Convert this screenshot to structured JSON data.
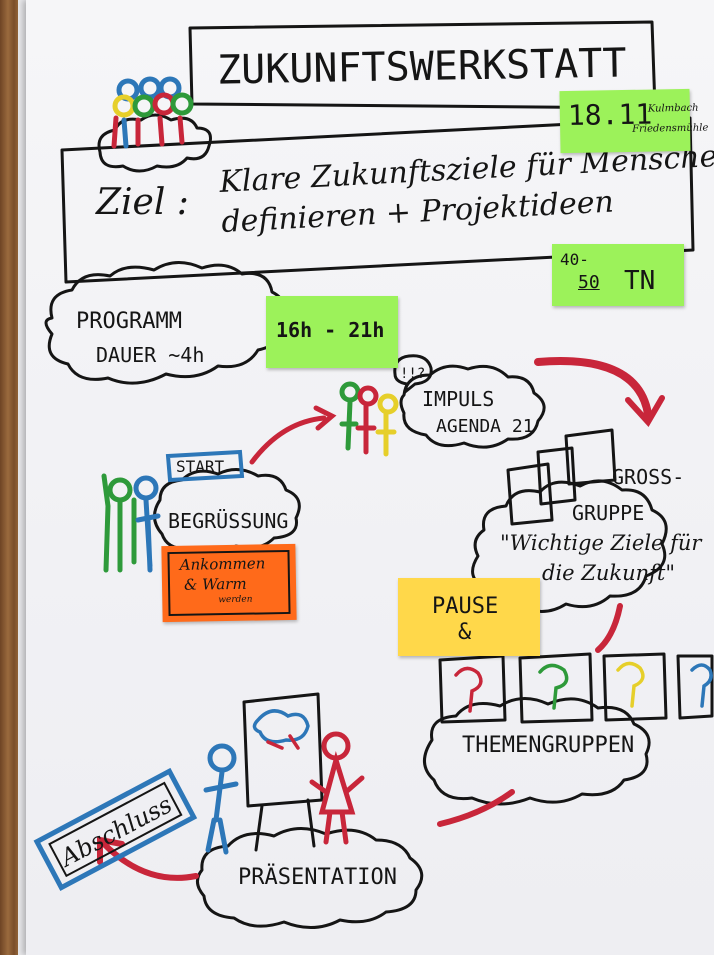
{
  "title": "ZUKUNFTSWERKSTATT",
  "goal": {
    "label": "Ziel :",
    "line1": "Klare Zukunftsziele für Menschen",
    "line2": "definieren + Projektideen"
  },
  "date_note": {
    "main": "18.11",
    "sub1": "Kulmbach",
    "sub2": "Friedensmühle"
  },
  "participants_note": {
    "count_top": "40-",
    "count_bottom": "50",
    "unit": "TN"
  },
  "program": {
    "line1": "PROGRAMM",
    "line2": "DAUER ~4h"
  },
  "time_note": "16h - 21h",
  "impulse": {
    "bubble": "!!?",
    "line1": "IMPULS",
    "line2": "AGENDA 21"
  },
  "start_label": "START",
  "welcome": "BEGRÜSSUNG",
  "arrival_note": {
    "line1": "Ankommen",
    "line2": "& Warm",
    "line3": "werden"
  },
  "large_group": {
    "line1": "GROSS-",
    "line2": "GRUPPE",
    "line3": "\"Wichtige Ziele für",
    "line4": "die Zukunft\""
  },
  "pause_note": {
    "label": "PAUSE",
    "symbol": "&"
  },
  "theme_groups": "THEMENGRUPPEN",
  "presentation": "PRÄSENTATION",
  "closing": "Abschluss",
  "colors": {
    "note_green": "#9cf25a",
    "note_orange": "#ff6a1a",
    "note_yellow": "#ffd84a",
    "marker_red": "#c8263a",
    "marker_blue": "#2d77b8",
    "marker_green": "#2e9a3a",
    "marker_yellow": "#e6cf2a",
    "marker_black": "#151515"
  }
}
